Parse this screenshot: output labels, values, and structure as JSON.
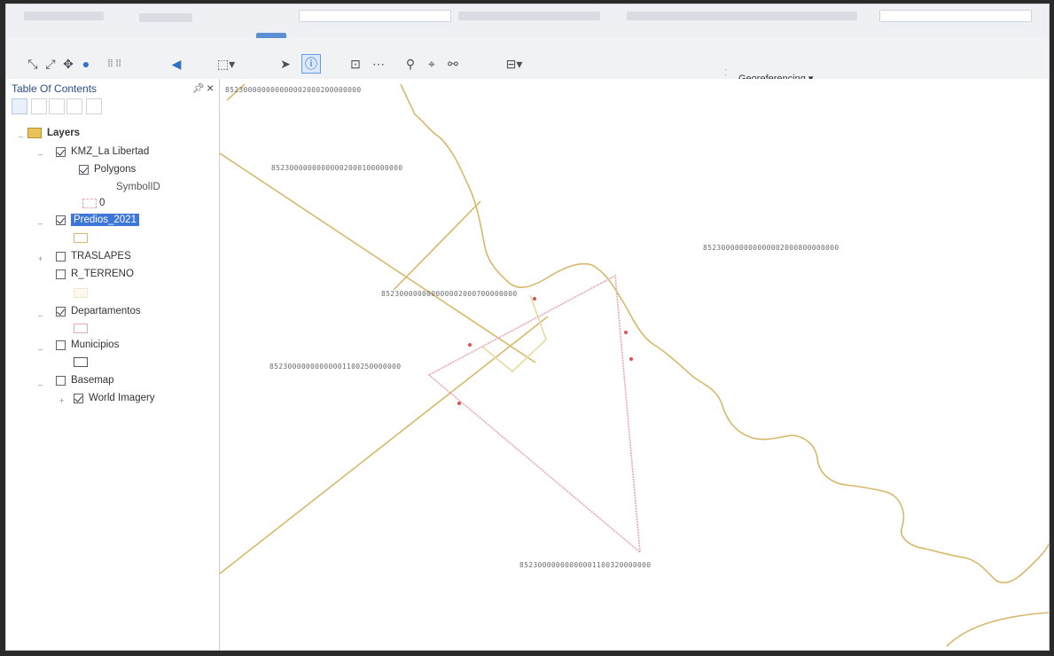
{
  "toolbar": {
    "georeferencing_label": "Georeferencing ▾"
  },
  "toc": {
    "title": "Table Of Contents",
    "pin": "ᵖ",
    "close": "✕",
    "root": "Layers",
    "layers": [
      {
        "label": "KMZ_La Libertad",
        "checked": true
      },
      {
        "label": "Polygons",
        "checked": true
      },
      {
        "label": "SymbolID"
      },
      {
        "label": "0"
      },
      {
        "label": "Predios_2021",
        "checked": true,
        "selected": true
      },
      {
        "label": "TRASLAPES",
        "checked": false
      },
      {
        "label": "R_TERRENO",
        "checked": false
      },
      {
        "label": "Departamentos",
        "checked": true
      },
      {
        "label": "Municipios",
        "checked": false
      },
      {
        "label": "Basemap",
        "checked": false
      },
      {
        "label": "World Imagery",
        "checked": true
      }
    ]
  },
  "map": {
    "parcel_labels": [
      "852300000000000002000200000000",
      "85230000000000002000100000000",
      "852300000000000002000800000000",
      "852300000000000002000700000000",
      "85230000000000001100250000000",
      "85230000000000001100320000000"
    ]
  },
  "colors": {
    "parcel_line": "#d8b86a",
    "kmz_line": "#e7a7b4",
    "selection": "#3d78d8"
  }
}
